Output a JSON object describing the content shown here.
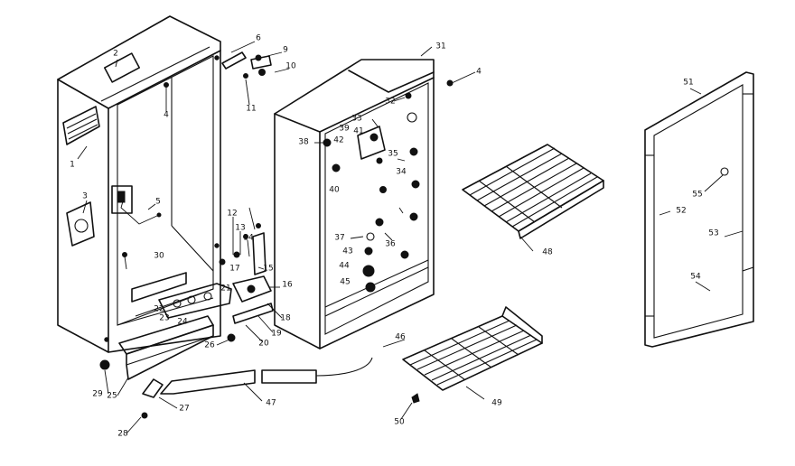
{
  "labels": [
    "1",
    "2",
    "3",
    "4",
    "5",
    "6",
    "9",
    "10",
    "11",
    "12",
    "13",
    "14",
    "15",
    "16",
    "17",
    "18",
    "19",
    "20",
    "21",
    "22",
    "23",
    "24",
    "25",
    "26",
    "27",
    "28",
    "29",
    "30",
    "31",
    "32",
    "33",
    "34",
    "35",
    "36",
    "37",
    "38",
    "39",
    "40",
    "41",
    "42",
    "43",
    "44",
    "45",
    "46",
    "47",
    "48",
    "49",
    "50",
    "51",
    "52",
    "53",
    "54",
    "55",
    "4"
  ]
}
